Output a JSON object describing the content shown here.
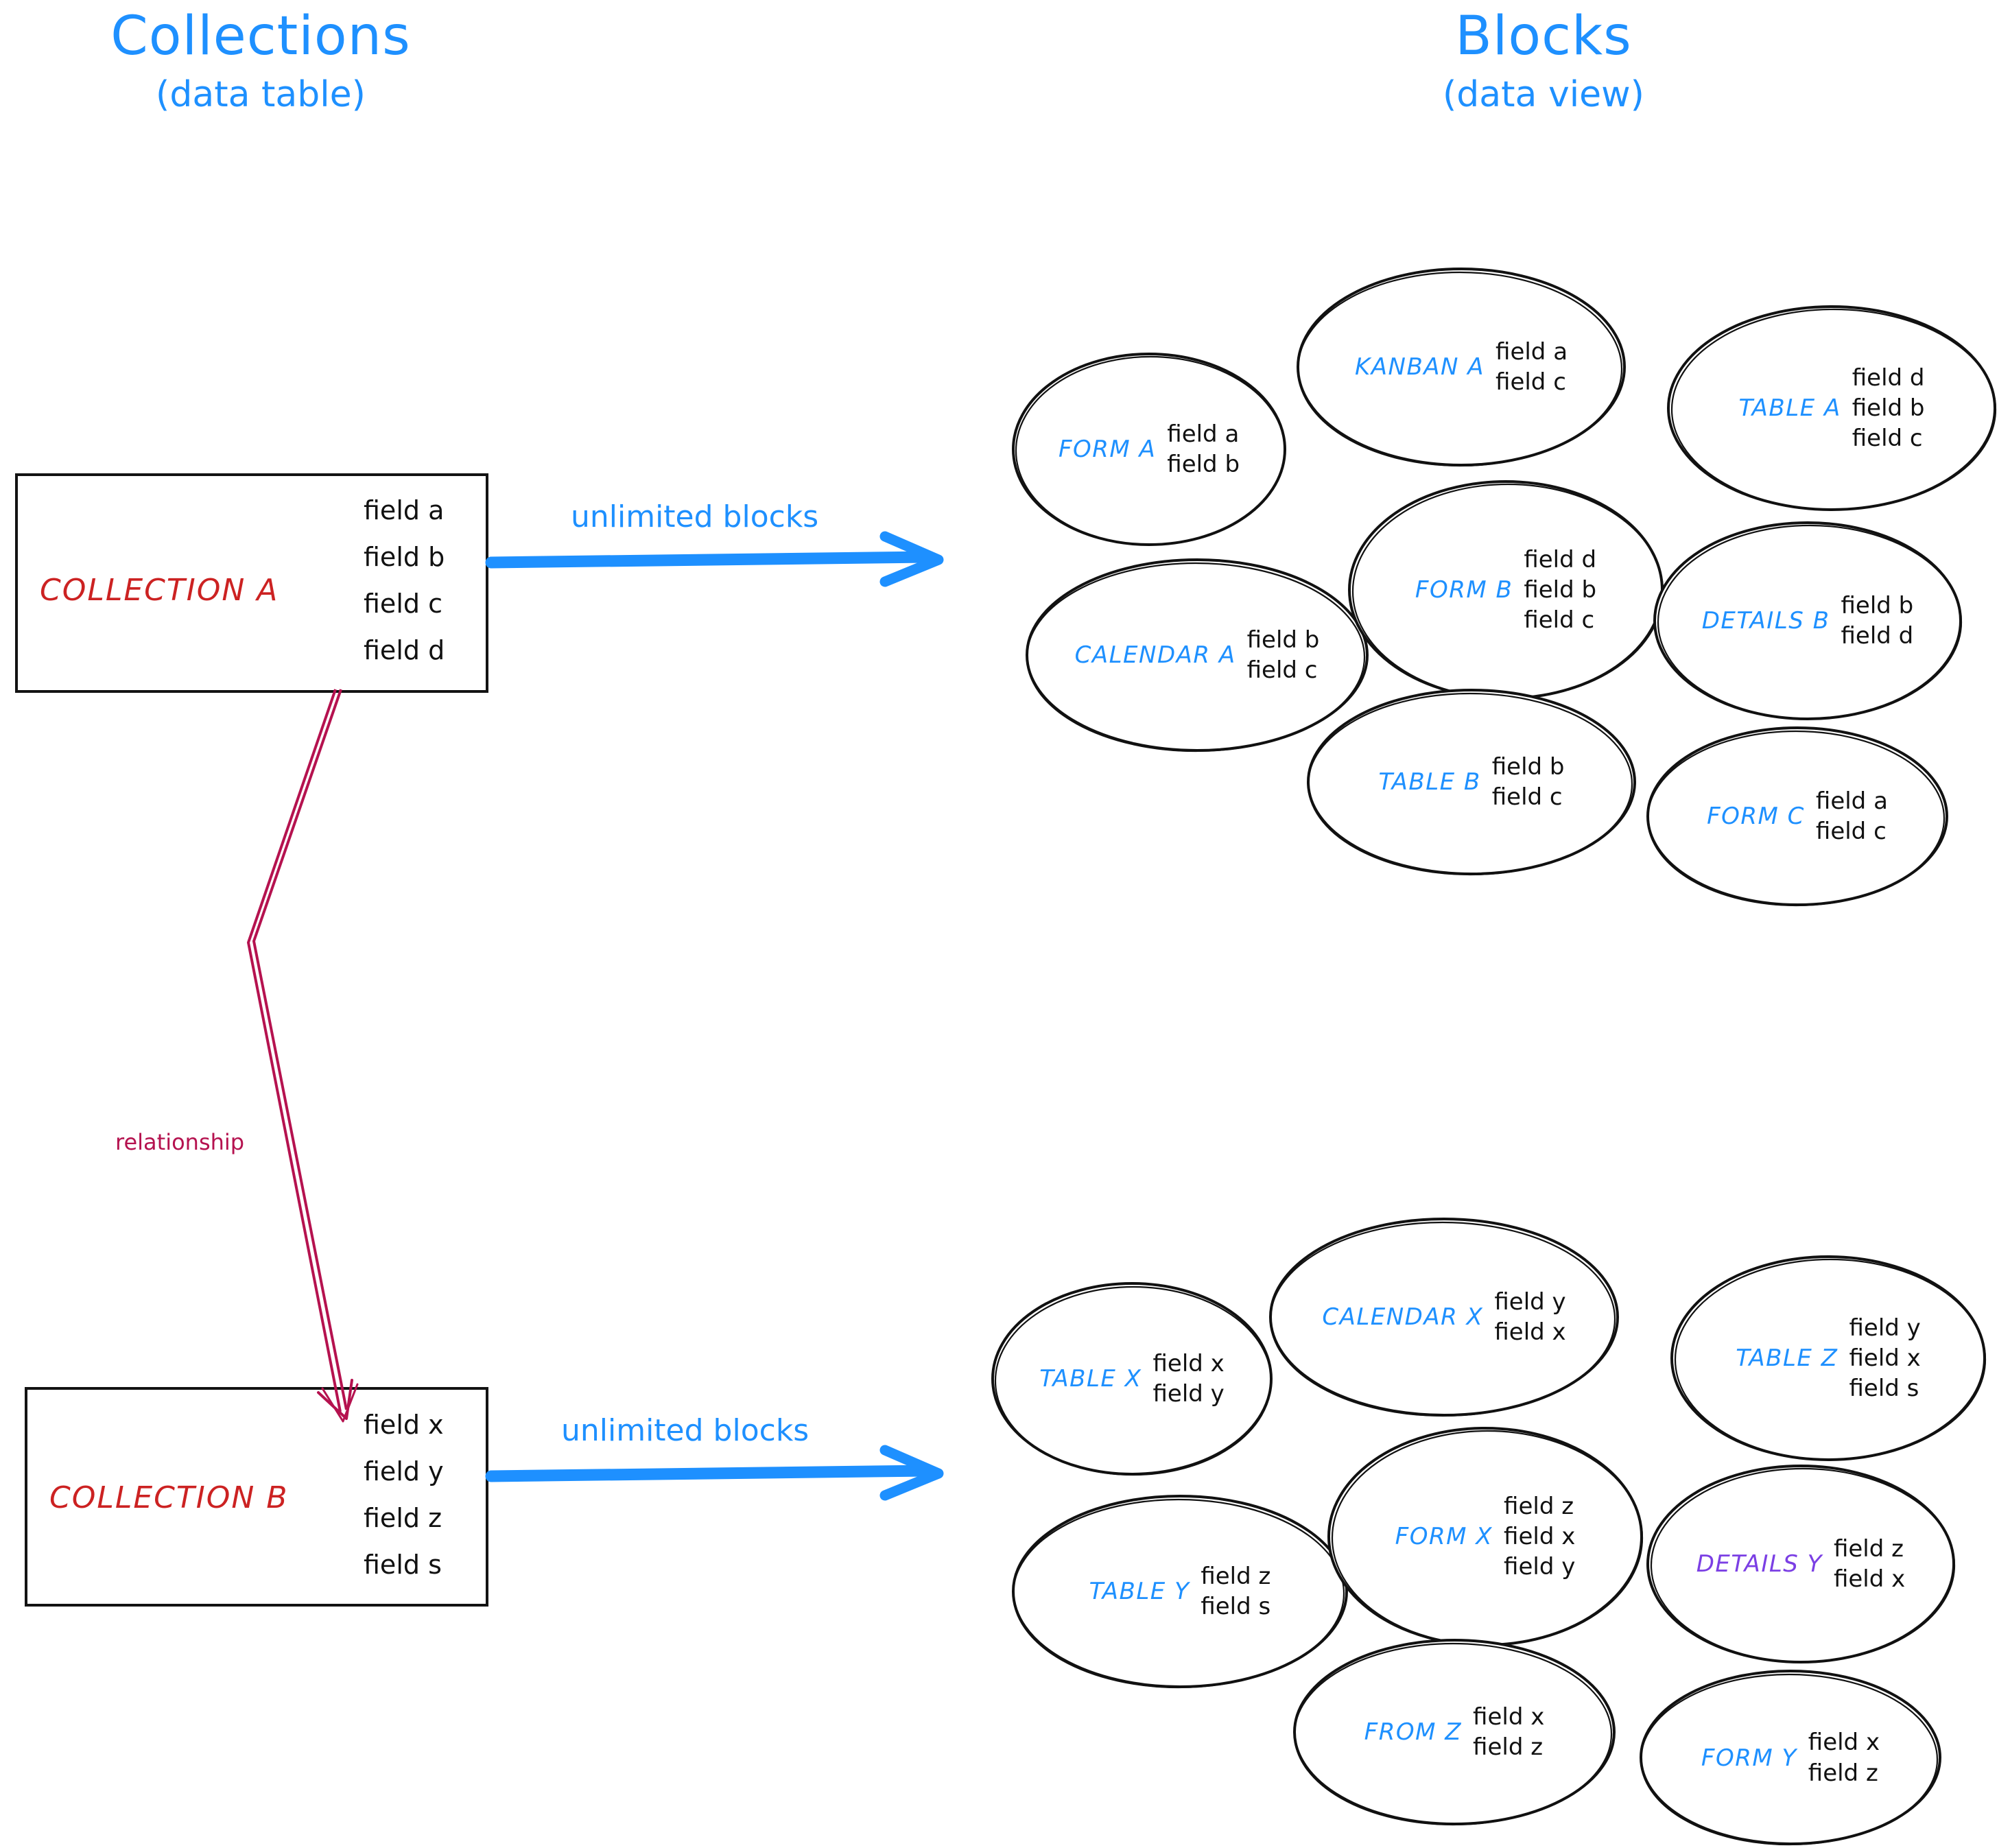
{
  "headings": {
    "left": {
      "title": "Collections",
      "subtitle": "(data table)"
    },
    "right": {
      "title": "Blocks",
      "subtitle": "(data view)"
    }
  },
  "colors": {
    "accent_blue": "#1e90ff",
    "collection_red": "#cc2222",
    "relationship_crimson": "#b5124f",
    "details_y_purple": "#7b3fe4",
    "ink_black": "#131313"
  },
  "collections": [
    {
      "name": "COLLECTION A",
      "fields": [
        "field a",
        "field b",
        "field c",
        "field d"
      ],
      "arrow_label": "unlimited blocks"
    },
    {
      "name": "COLLECTION B",
      "fields": [
        "field x",
        "field y",
        "field z",
        "field s"
      ],
      "arrow_label": "unlimited blocks"
    }
  ],
  "relationship": {
    "label": "relationship"
  },
  "blocks_top": [
    {
      "name": "FORM A",
      "fields": [
        "field a",
        "field b"
      ]
    },
    {
      "name": "KANBAN A",
      "fields": [
        "field a",
        "field c"
      ]
    },
    {
      "name": "TABLE A",
      "fields": [
        "field d",
        "field b",
        "field c"
      ]
    },
    {
      "name": "CALENDAR A",
      "fields": [
        "field b",
        "field c"
      ]
    },
    {
      "name": "FORM B",
      "fields": [
        "field d",
        "field b",
        "field c"
      ]
    },
    {
      "name": "DETAILS B",
      "fields": [
        "field b",
        "field d"
      ]
    },
    {
      "name": "TABLE B",
      "fields": [
        "field b",
        "field c"
      ]
    },
    {
      "name": "FORM C",
      "fields": [
        "field a",
        "field c"
      ]
    }
  ],
  "blocks_bottom": [
    {
      "name": "TABLE X",
      "fields": [
        "field x",
        "field y"
      ]
    },
    {
      "name": "CALENDAR X",
      "fields": [
        "field y",
        "field x"
      ]
    },
    {
      "name": "TABLE Z",
      "fields": [
        "field y",
        "field x",
        "field s"
      ]
    },
    {
      "name": "TABLE Y",
      "fields": [
        "field z",
        "field s"
      ]
    },
    {
      "name": "FORM X",
      "fields": [
        "field z",
        "field x",
        "field y"
      ]
    },
    {
      "name": "DETAILS Y",
      "fields": [
        "field z",
        "field x"
      ],
      "accent": "purple"
    },
    {
      "name": "FROM Z",
      "fields": [
        "field x",
        "field z"
      ]
    },
    {
      "name": "FORM Y",
      "fields": [
        "field x",
        "field z"
      ]
    }
  ]
}
